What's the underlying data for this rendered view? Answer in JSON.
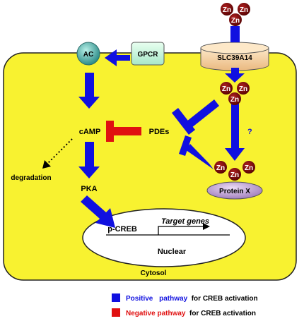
{
  "nodes": {
    "ac": "AC",
    "gpcr": "GPCR",
    "transporter": "SLC39A14",
    "camp": "cAMP",
    "pdes": "PDEs",
    "degradation": "degradation",
    "pka": "PKA",
    "pcreb": "p-CREB",
    "target_genes": "Target genes",
    "nuclear": "Nuclear",
    "cytosol": "Cytosol",
    "protein_x": "Protein X",
    "unknown_link": "?",
    "zinc_symbol": "Zn"
  },
  "legend": {
    "positive_keyword": "Positive",
    "positive_pathway": "pathway",
    "positive_rest": " for CREB activation",
    "negative_keyword": "Negative pathway",
    "negative_rest": " for CREB activation"
  },
  "colors": {
    "positive": "#1010e0",
    "negative": "#e01010",
    "cell": "#f8f230",
    "zinc": "#7a0a0a",
    "gpcr": "#c8f5dc",
    "transporter": "#f5d2a5",
    "protein_x": "#c8b0d8"
  }
}
